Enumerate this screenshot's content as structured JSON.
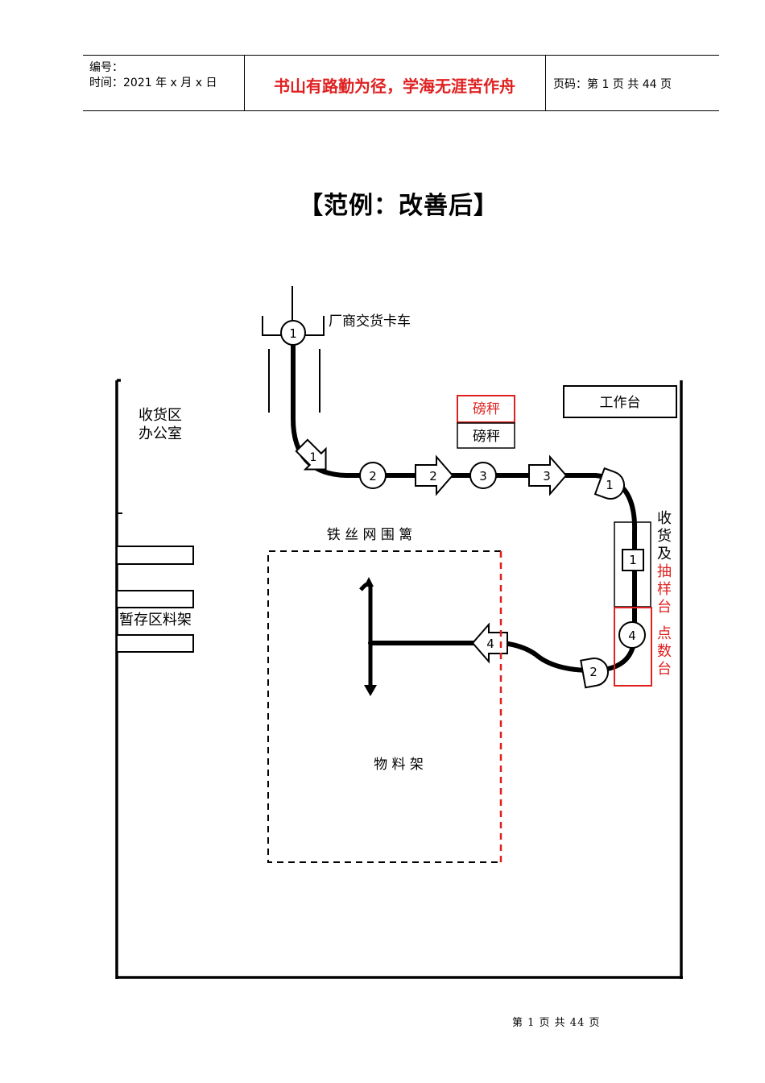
{
  "header": {
    "number_label": "编号：",
    "time_label": "时间：2021 年 x 月 x 日",
    "motto": "书山有路勤为径，学海无涯苦作舟",
    "page_info": "页码：第 1 页  共 44 页"
  },
  "title": "【范例：改善后】",
  "diagram": {
    "truck_label": "厂商交货卡车",
    "office_label_line1": "收货区",
    "office_label_line2": "办公室",
    "scale_red": "磅秤",
    "scale_black": "磅秤",
    "workbench": "工作台",
    "fence_label": "铁 丝 网 围 篱",
    "temp_rack_label": "暂存区料架",
    "material_rack": "物 料 架",
    "receive_label": [
      "收",
      "货",
      "及"
    ],
    "sample_label": [
      "抽",
      "样",
      "台"
    ],
    "count_label": [
      "点",
      "数",
      "台"
    ],
    "markers": {
      "op1": "1",
      "op2": "2",
      "op3": "3",
      "op4": "4",
      "t1": "1",
      "t2": "2",
      "t3": "3",
      "t4": "4",
      "d1": "1",
      "d2": "2",
      "insp1": "1"
    },
    "colors": {
      "highlight": "#e02020",
      "line": "#000000"
    }
  },
  "footer": "第 1 页 共 44 页"
}
